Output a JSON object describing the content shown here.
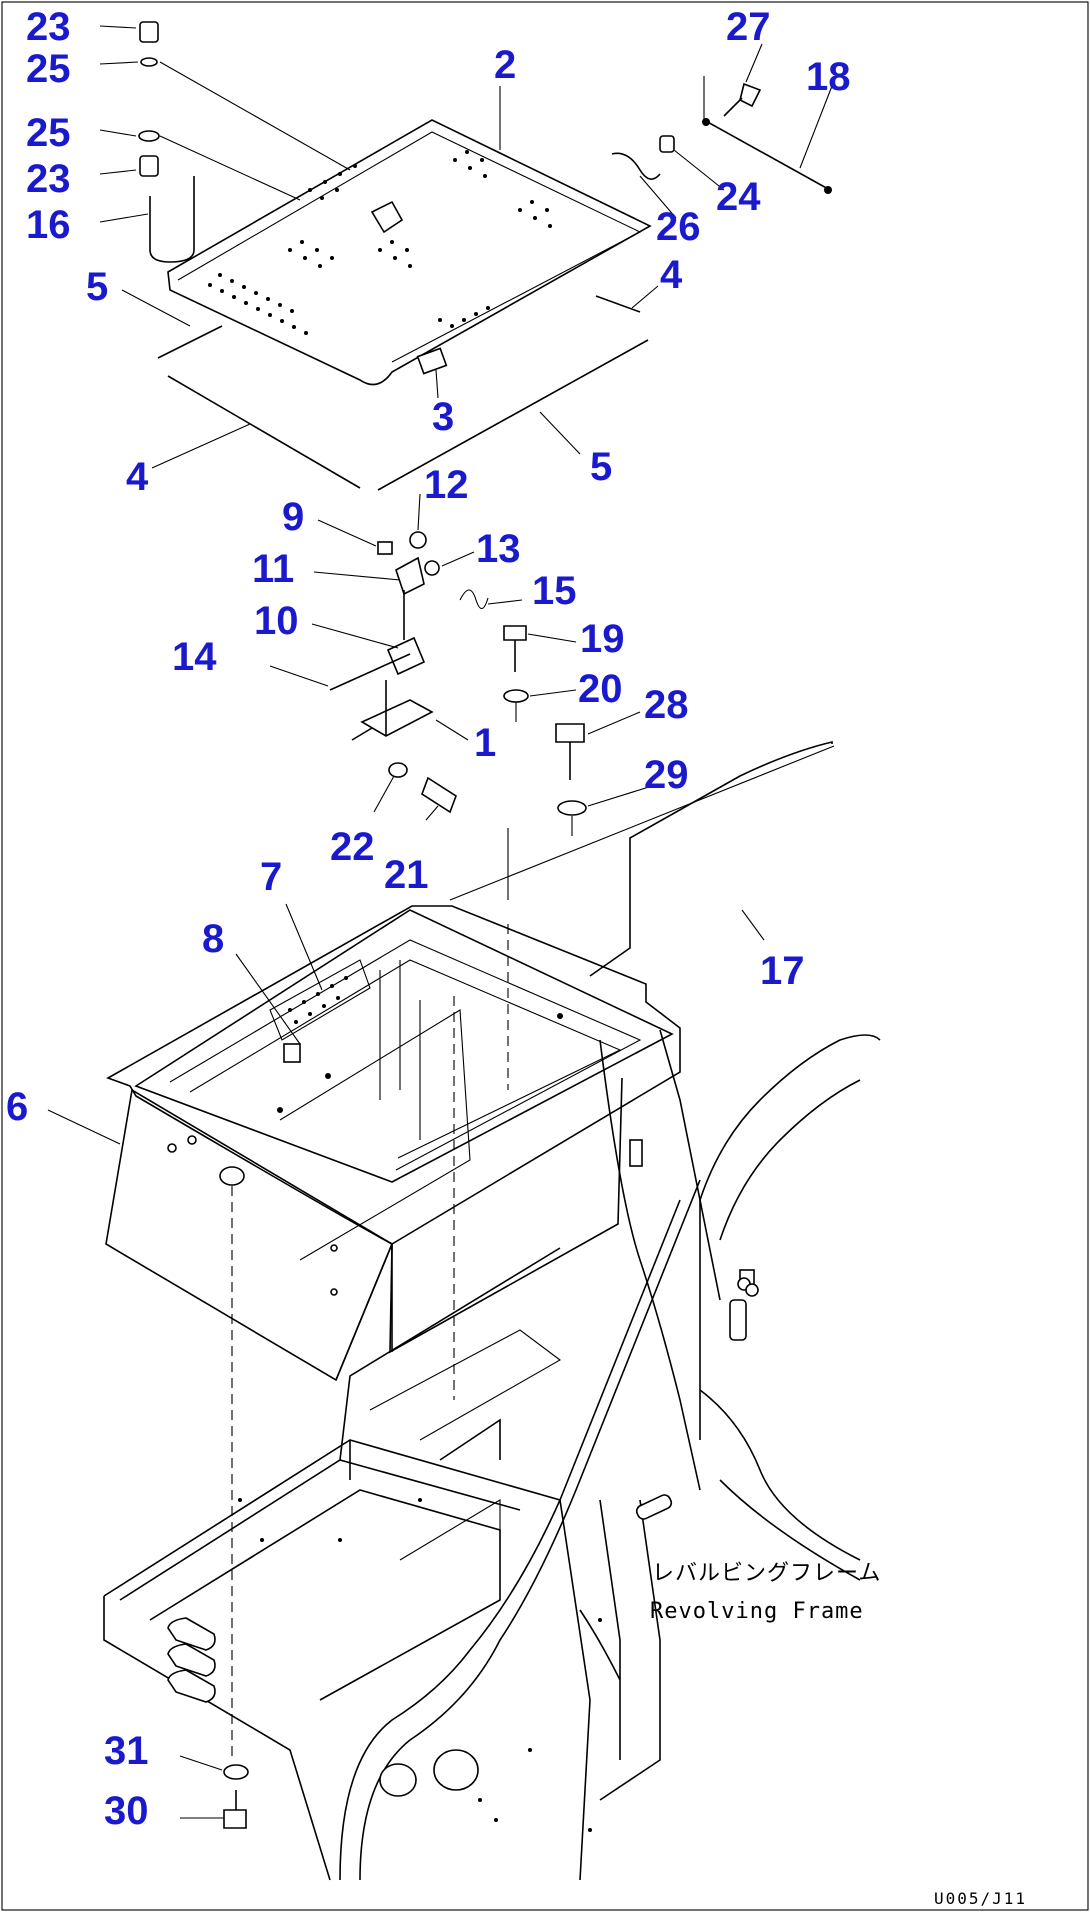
{
  "callouts": [
    {
      "id": "c23a",
      "text": "23"
    },
    {
      "id": "c25a",
      "text": "25"
    },
    {
      "id": "c25b",
      "text": "25"
    },
    {
      "id": "c23b",
      "text": "23"
    },
    {
      "id": "c16",
      "text": "16"
    },
    {
      "id": "c2",
      "text": "2"
    },
    {
      "id": "c27",
      "text": "27"
    },
    {
      "id": "c18",
      "text": "18"
    },
    {
      "id": "c24",
      "text": "24"
    },
    {
      "id": "c26",
      "text": "26"
    },
    {
      "id": "c4a",
      "text": "4"
    },
    {
      "id": "c5a",
      "text": "5"
    },
    {
      "id": "c3",
      "text": "3"
    },
    {
      "id": "c4b",
      "text": "4"
    },
    {
      "id": "c5b",
      "text": "5"
    },
    {
      "id": "c12",
      "text": "12"
    },
    {
      "id": "c9",
      "text": "9"
    },
    {
      "id": "c13",
      "text": "13"
    },
    {
      "id": "c11",
      "text": "11"
    },
    {
      "id": "c15",
      "text": "15"
    },
    {
      "id": "c10",
      "text": "10"
    },
    {
      "id": "c19",
      "text": "19"
    },
    {
      "id": "c14",
      "text": "14"
    },
    {
      "id": "c20",
      "text": "20"
    },
    {
      "id": "c28",
      "text": "28"
    },
    {
      "id": "c1",
      "text": "1"
    },
    {
      "id": "c29",
      "text": "29"
    },
    {
      "id": "c22",
      "text": "22"
    },
    {
      "id": "c21",
      "text": "21"
    },
    {
      "id": "c7",
      "text": "7"
    },
    {
      "id": "c8",
      "text": "8"
    },
    {
      "id": "c17",
      "text": "17"
    },
    {
      "id": "c6",
      "text": "6"
    },
    {
      "id": "c31",
      "text": "31"
    },
    {
      "id": "c30",
      "text": "30"
    }
  ],
  "frame_label_jp": "レバルビングフレーム",
  "frame_label_en": "Revolving Frame",
  "drawing_code": "U005/J11",
  "colors": {
    "callout": "#1a1acc",
    "line": "#000000",
    "background": "#ffffff"
  }
}
